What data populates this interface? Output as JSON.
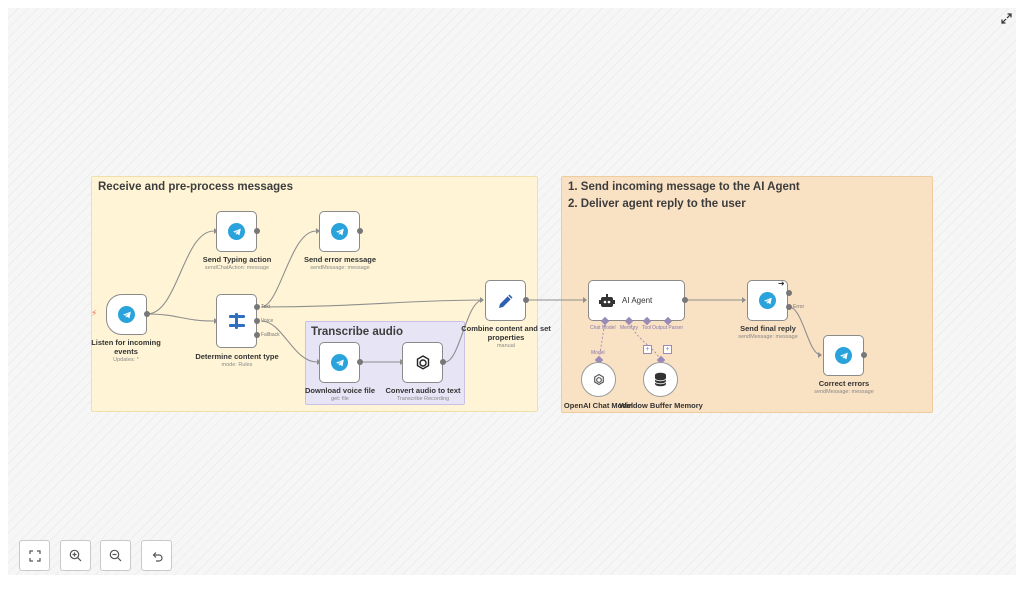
{
  "stickies": {
    "receive": {
      "title": "Receive and pre-process messages"
    },
    "agent": {
      "title_line1": "1. Send incoming message to the AI Agent",
      "title_line2": "2. Deliver agent reply to the user"
    },
    "transcribe": {
      "title": "Transcribe audio"
    }
  },
  "nodes": {
    "listen": {
      "label": "Listen for incoming events",
      "sub": "Updates: *"
    },
    "typing": {
      "label": "Send Typing action",
      "sub": "sendChatAction: message"
    },
    "error": {
      "label": "Send error message",
      "sub": "sendMessage: message"
    },
    "determine": {
      "label": "Determine content type",
      "sub": "mode: Rules"
    },
    "download": {
      "label": "Download voice file",
      "sub": "get: file"
    },
    "convert": {
      "label": "Convert audio to text",
      "sub": "Transcribe Recording"
    },
    "combine": {
      "label": "Combine content and set properties",
      "sub": "manual"
    },
    "agent": {
      "title": "AI Agent"
    },
    "final": {
      "label": "Send final reply",
      "sub": "sendMessage: message"
    },
    "correct": {
      "label": "Correct errors",
      "sub": "sendMessage: message"
    },
    "openai": {
      "label": "OpenAI Chat Model"
    },
    "memory": {
      "label": "Window Buffer Memory"
    }
  },
  "ports": {
    "text": "Text",
    "voice": "Voice",
    "fallback": "Fallback",
    "chat_model": "Chat Model",
    "memory": "Memory",
    "tool": "Tool",
    "output_parser": "Output Parser",
    "model": "Model",
    "error": "Error"
  },
  "colors": {
    "sticky_yellow": "#fff5d6",
    "sticky_orange": "#f9e1c3",
    "sticky_purple": "#e7e4f5",
    "telegram": "#2aa3dd",
    "edit_blue": "#2d5fb0"
  }
}
